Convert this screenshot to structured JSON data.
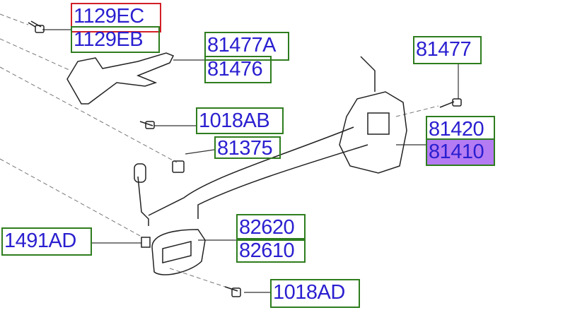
{
  "diagram": {
    "labels": [
      {
        "id": "1129EC",
        "state": "highlighted-red"
      },
      {
        "id": "1129EB"
      },
      {
        "id": "81477A"
      },
      {
        "id": "81476"
      },
      {
        "id": "81477"
      },
      {
        "id": "1018AB"
      },
      {
        "id": "81375"
      },
      {
        "id": "81420"
      },
      {
        "id": "81410",
        "state": "selected"
      },
      {
        "id": "1491AD"
      },
      {
        "id": "82620"
      },
      {
        "id": "82610"
      },
      {
        "id": "1018AD"
      }
    ],
    "colors": {
      "label_text": "#2a1fd0",
      "label_border": "#2e7d1e",
      "highlight_border": "#d21f26",
      "selected_fill": "#b57bf2"
    }
  }
}
